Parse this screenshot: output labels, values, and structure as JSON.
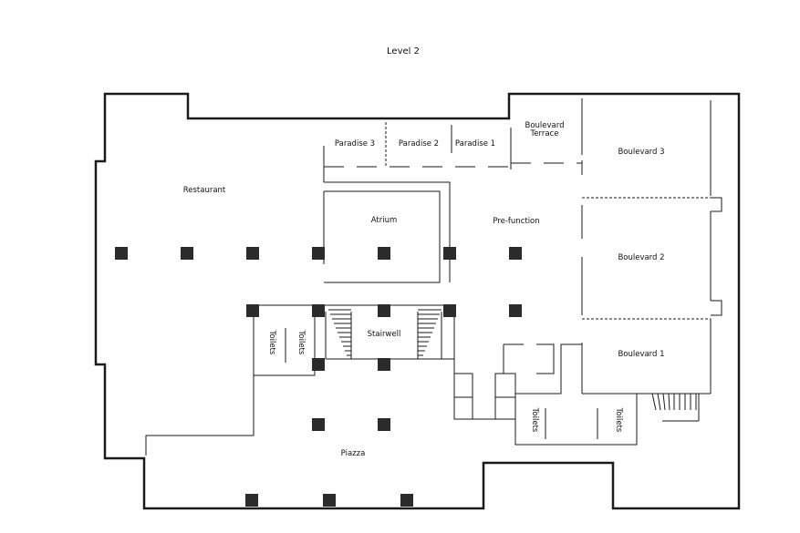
{
  "title": "Level 2",
  "rooms": {
    "paradise3": "Paradise 3",
    "paradise2": "Paradise 2",
    "paradise1": "Paradise 1",
    "boulevard_terrace_1": "Boulevard",
    "boulevard_terrace_2": "Terrace",
    "boulevard3": "Boulevard 3",
    "restaurant": "Restaurant",
    "atrium": "Atrium",
    "prefunction": "Pre-function",
    "boulevard2": "Boulevard 2",
    "stairwell": "Stairwell",
    "toilets_a": "Toilets",
    "toilets_b": "Toilets",
    "boulevard1": "Boulevard 1",
    "toilets_c": "Toilets",
    "toilets_d": "Toilets",
    "piazza": "Piazza"
  }
}
